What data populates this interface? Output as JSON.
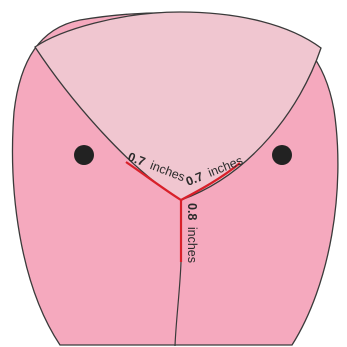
{
  "labels": {
    "left_value": "0.7",
    "left_unit": "inches",
    "right_value": "0.7",
    "right_unit": "inches",
    "bottom_value": "0.8",
    "bottom_unit": "inches"
  },
  "colors": {
    "body_fill": "#f5a9be",
    "top_fill": "#f0c6d0",
    "outline": "#3a3a3a",
    "measure_line": "#d8202a",
    "dots": "#222222"
  }
}
